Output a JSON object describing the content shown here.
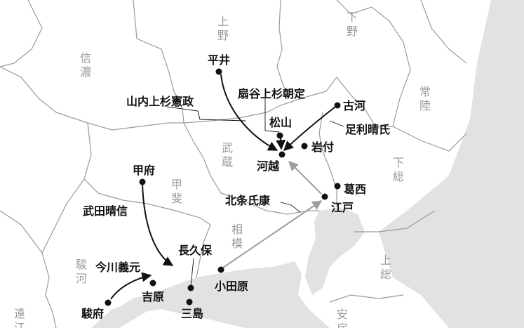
{
  "colors": {
    "land": "#ffffff",
    "sea": "#e2e2e2",
    "border": "#9a9a9a",
    "province_text": "#9a9a9a",
    "arrow_black": "#111111",
    "arrow_gray": "#9e9e9e"
  },
  "provinces": {
    "kozuke": "上野",
    "shimotsuke": "下野",
    "shinano": "信濃",
    "hitachi": "常陸",
    "musashi": "武蔵",
    "shimosa": "下総",
    "kai": "甲斐",
    "sagami": "相模",
    "suruga": "駿河",
    "kazusa": "上総",
    "totomi": "遠江",
    "awa": "安房"
  },
  "places": {
    "hirai": "平井",
    "koga": "古河",
    "matsuyama": "松山",
    "iwatsuki": "岩付",
    "kawagoe": "河越",
    "kasai": "葛西",
    "edo": "江戸",
    "kofu": "甲府",
    "nagakubo": "長久保",
    "odawara": "小田原",
    "yoshiwara": "吉原",
    "mishima": "三島",
    "sunpu": "駿府"
  },
  "persons": {
    "yamanouchi": "山内上杉憲政",
    "ogigayatsu": "扇谷上杉朝定",
    "ashikaga": "足利晴氏",
    "hojo": "北条氏康",
    "takeda": "武田晴信",
    "imagawa": "今川義元"
  }
}
